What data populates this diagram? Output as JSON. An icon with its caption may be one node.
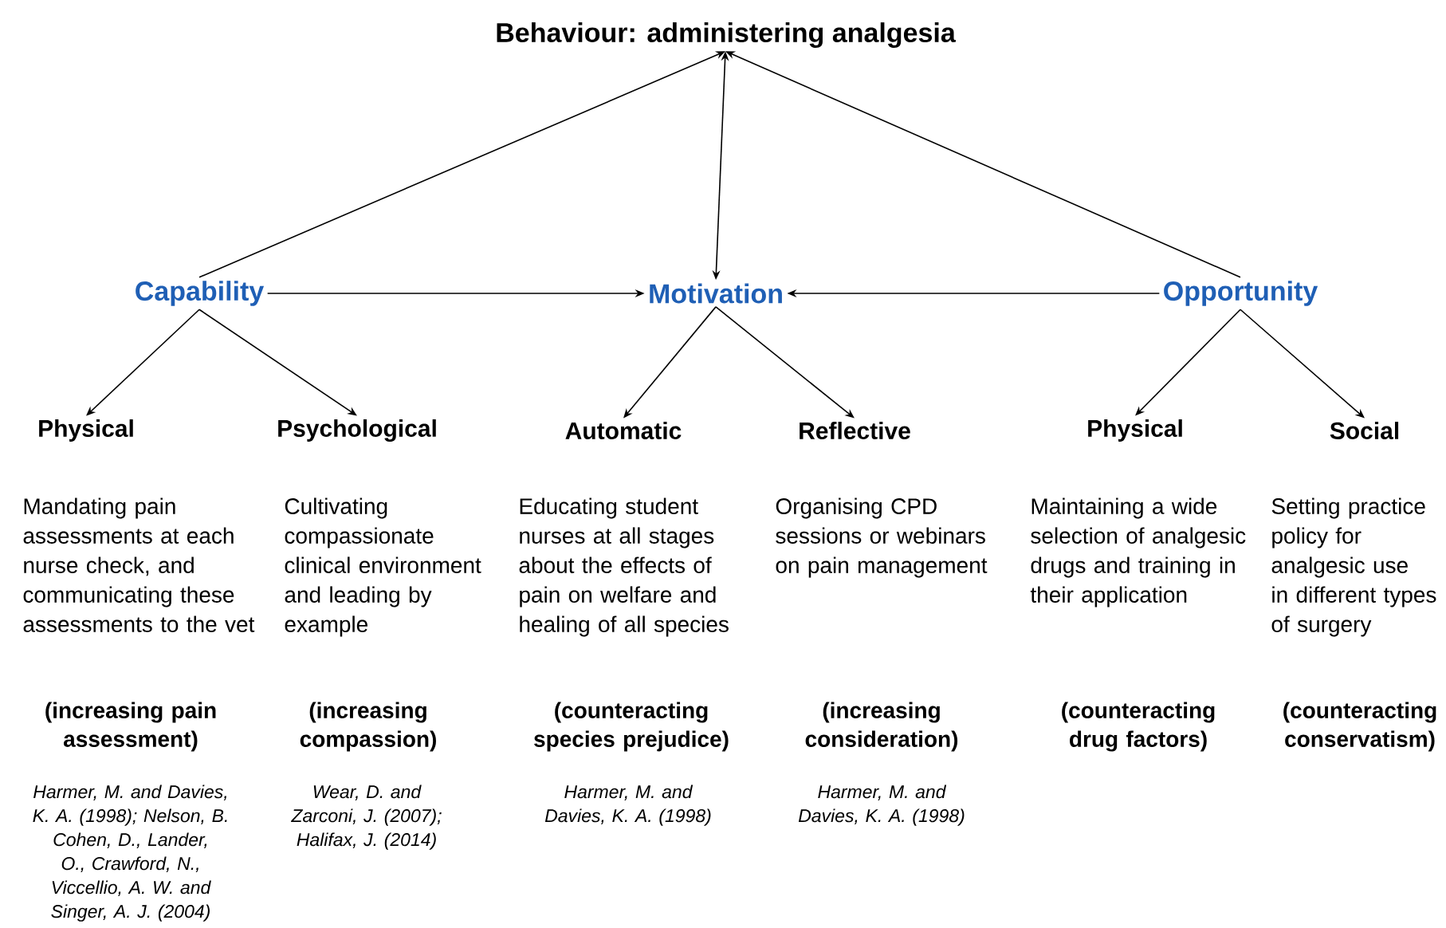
{
  "diagram": {
    "nodes": [
      {
        "text": [
          "Behaviour: administering analgesia"
        ]
      },
      {
        "text": [
          "Capability"
        ]
      },
      {
        "text": [
          "Motivation"
        ]
      },
      {
        "text": [
          "Opportunity"
        ]
      },
      {
        "text": [
          "Physical"
        ]
      },
      {
        "text": [
          "Psychological"
        ]
      },
      {
        "text": [
          "Automatic"
        ]
      },
      {
        "text": [
          "Reflective"
        ]
      },
      {
        "text": [
          "Physical"
        ]
      },
      {
        "text": [
          "Social"
        ]
      }
    ],
    "edges": [
      {
        "from": 1,
        "to": 0,
        "arrow": "to"
      },
      {
        "from": 2,
        "to": 0,
        "arrow": "both"
      },
      {
        "from": 3,
        "to": 0,
        "arrow": "to"
      },
      {
        "from": 1,
        "to": 2,
        "arrow": "to"
      },
      {
        "from": 3,
        "to": 2,
        "arrow": "to"
      },
      {
        "from": 1,
        "to": 4,
        "arrow": "to"
      },
      {
        "from": 1,
        "to": 5,
        "arrow": "to"
      },
      {
        "from": 2,
        "to": 6,
        "arrow": "to"
      },
      {
        "from": 2,
        "to": 7,
        "arrow": "to"
      },
      {
        "from": 3,
        "to": 8,
        "arrow": "to"
      },
      {
        "from": 3,
        "to": 9,
        "arrow": "to"
      }
    ],
    "labels": [
      "Mandating pain assessments at each nurse check, and communicating these assessments to the vet",
      "Cultivating compassionate clinical environment and leading by example",
      "Educating student nurses at all stages about the effects of pain on welfare and healing of all species",
      "Organising CPD sessions or webinars on pain management",
      "Maintaining a wide selection of analgesic drugs and training in their application",
      "Setting practice policy for analgesic use in different types of surgery",
      "(increasing pain assessment)",
      "(increasing compassion)",
      "(counteracting species prejudice)",
      "(increasing consideration)",
      "(counteracting drug factors)",
      "(counteracting conservatism)",
      "Harmer, M. and Davies, K. A. (1998); Nelson, B. Cohen, D., Lander, O., Crawford, N., Viccellio, A. W. and Singer, A. J. (2004)",
      "Wear, D. and Zarconi, J. (2007); Halifax, J. (2014)",
      "Harmer, M. and Davies, K. A. (1998)",
      "Harmer, M. and Davies, K. A. (1998)"
    ]
  }
}
